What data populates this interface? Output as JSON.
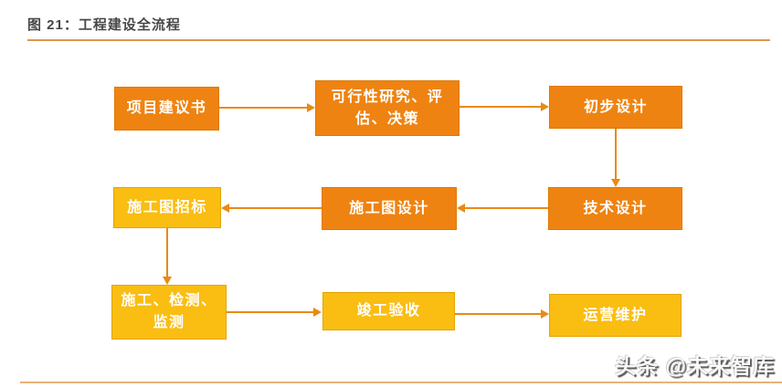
{
  "figure": {
    "title": "图 21：工程建设全流程"
  },
  "colors": {
    "node_orange": "#EF8311",
    "node_gold": "#FABD11",
    "arrow": "#E98A15",
    "title_rule": "#E2954E",
    "bottom_rule": "#EBB07A",
    "title_text": "#474747",
    "node_text": "#FFFFFF"
  },
  "flowchart": {
    "nodes": [
      {
        "id": "project-proposal",
        "label": "项目建议书",
        "style": "orange"
      },
      {
        "id": "feasibility-study",
        "label": "可行性研究、评\n估、决策",
        "style": "orange"
      },
      {
        "id": "preliminary-design",
        "label": "初步设计",
        "style": "orange"
      },
      {
        "id": "technical-design",
        "label": "技术设计",
        "style": "orange"
      },
      {
        "id": "construction-drawing-design",
        "label": "施工图设计",
        "style": "orange"
      },
      {
        "id": "construction-drawing-bidding",
        "label": "施工图招标",
        "style": "gold"
      },
      {
        "id": "construction-inspection-monitoring",
        "label": "施工、检测、\n监测",
        "style": "gold"
      },
      {
        "id": "completion-acceptance",
        "label": "竣工验收",
        "style": "gold"
      },
      {
        "id": "operation-maintenance",
        "label": "运营维护",
        "style": "gold"
      }
    ],
    "edges": [
      {
        "from": "项目建议书",
        "to": "可行性研究、评估、决策"
      },
      {
        "from": "可行性研究、评估、决策",
        "to": "初步设计"
      },
      {
        "from": "初步设计",
        "to": "技术设计"
      },
      {
        "from": "技术设计",
        "to": "施工图设计"
      },
      {
        "from": "施工图设计",
        "to": "施工图招标"
      },
      {
        "from": "施工图招标",
        "to": "施工、检测、监测"
      },
      {
        "from": "施工、检测、监测",
        "to": "竣工验收"
      },
      {
        "from": "竣工验收",
        "to": "运营维护"
      }
    ]
  },
  "watermark": {
    "text": "头条 @未来智库"
  }
}
